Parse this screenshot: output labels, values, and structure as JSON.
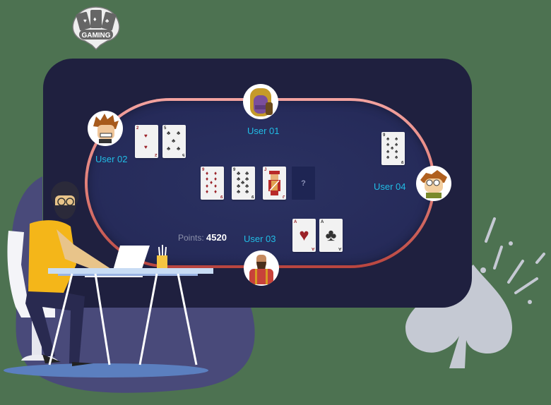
{
  "logo": {
    "text": "GAMING"
  },
  "colors": {
    "background": "#4d7251",
    "board": "#1f203f",
    "felt": "#262b5a",
    "rail_top": "#f3a3a0",
    "rail_bottom": "#b8453f",
    "user_label": "#21bde6",
    "card_red": "#9b2228",
    "card_black": "#333333"
  },
  "players": [
    {
      "id": "user-01",
      "label": "User 01",
      "avatar": "warlord-avatar"
    },
    {
      "id": "user-02",
      "label": "User 02",
      "avatar": "cartoon-boy-avatar",
      "cards": [
        {
          "rank": "2",
          "suit": "hearts"
        },
        {
          "rank": "5",
          "suit": "clubs"
        }
      ]
    },
    {
      "id": "user-03",
      "label": "User 03",
      "avatar": "lumberjack-avatar",
      "cards": [
        {
          "rank": "A",
          "suit": "hearts"
        },
        {
          "rank": "A",
          "suit": "clubs"
        }
      ]
    },
    {
      "id": "user-04",
      "label": "User 04",
      "avatar": "cartoon-kid-avatar",
      "cards": [
        {
          "rank": "9",
          "suit": "spades"
        }
      ]
    }
  ],
  "community_cards": [
    {
      "rank": "9",
      "suit": "diamonds"
    },
    {
      "rank": "9",
      "suit": "clubs"
    },
    {
      "rank": "J",
      "suit": "diamonds"
    },
    {
      "rank": "?",
      "suit": "hidden"
    }
  ],
  "points": {
    "label": "Points:",
    "value": "4520"
  }
}
